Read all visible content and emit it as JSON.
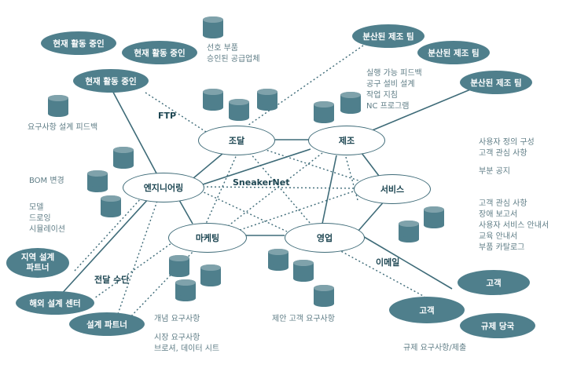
{
  "colors": {
    "pill": "#4f7f8c",
    "hub_border": "#3e6b78",
    "label": "#5f7d86",
    "line": "#3e6b78"
  },
  "hubs": {
    "procurement": "조달",
    "manufacturing": "제조",
    "engineering": "엔지니어링",
    "service": "서비스",
    "marketing": "마케팅",
    "sales": "영업"
  },
  "pills": {
    "active_1": "현재 활동 중인",
    "active_2": "현재 활동 중인",
    "active_3": "현재 활동 중인",
    "team_1": "분산된 제조 팀",
    "team_2": "분산된 제조 팀",
    "team_3": "분산된 제조 팀",
    "regional_partner": "지역 설계\n파트너",
    "overseas_center": "해외 설계 센터",
    "design_partner": "설계 파트너",
    "customer_1": "고객",
    "customer_2": "고객",
    "regulator": "규제 당국"
  },
  "channels": {
    "ftp": "FTP",
    "sneakernet": "SneakerNet",
    "email": "이메일",
    "delivery": "전달 수단"
  },
  "labels": {
    "preferred_parts": "선호 부품\n승인된 공급업체",
    "mfg_feedback": "실행 가능 피드백\n공구 설비 설계\n작업 지침\nNC 프로그램",
    "req_design_feedback": "요구사항 설계 피드백",
    "bom_change": "BOM 변경",
    "model_draw_sim": "모델\n드로잉\n시뮬레이션",
    "user_config": "사용자 정의 구성\n고객 관심 사항",
    "parts_notice": "부분 공지",
    "service_info": "고객 관심 사항\n장애 보고서\n사용자 서비스 안내서\n교육 안내서\n부품 카탈로그",
    "concept_req": "개념 요구사항",
    "market_req": "시장 요구사항\n브로셔, 데이터 시트",
    "proposal_req": "제안 고객 요구사항",
    "regulatory_req": "규제 요구사항/제출"
  }
}
